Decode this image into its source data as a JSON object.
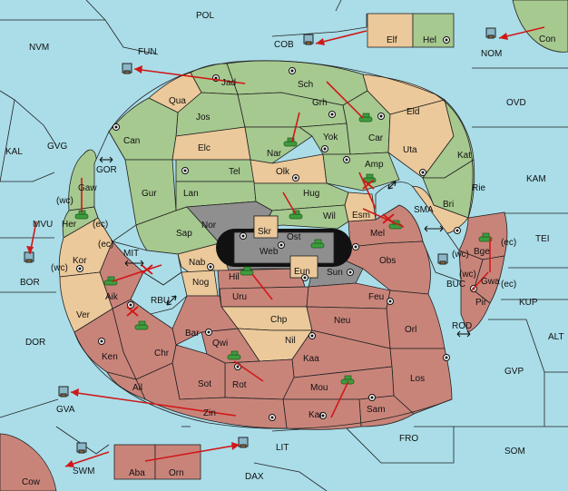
{
  "colors": {
    "sea": "#aadde8",
    "green_power": "#a6c98f",
    "red_power": "#c9847a",
    "tan_power": "#ecc99a",
    "gray_power": "#8f8f8f",
    "order_arrow": "#d01818",
    "unit_green": "#3d9c3d"
  },
  "labels": {
    "pol": "POL",
    "cob": "COB",
    "nvm": "NVM",
    "fun": "FUN",
    "nom": "NOM",
    "con": "Con",
    "elf": "Elf",
    "hel": "Hel",
    "ovd": "OVD",
    "kal": "KAL",
    "gvg": "GVG",
    "kam": "KAM",
    "tei": "TEI",
    "mvu": "MVU",
    "bor": "BOR",
    "gor": "GOR",
    "mit": "MIT",
    "rbu": "RBU",
    "sma": "SMA",
    "buc": "BUC",
    "kup": "KUP",
    "alt": "ALT",
    "rod": "ROD",
    "dor": "DOR",
    "gvp": "GVP",
    "gva": "GVA",
    "fro": "FRO",
    "som": "SOM",
    "lit": "LIT",
    "dax": "DAX",
    "swm": "SWM",
    "cow": "Cow",
    "aba": "Aba",
    "orn": "Orn",
    "jad": "Jad",
    "sch": "Sch",
    "qua": "Qua",
    "jos": "Jos",
    "grh": "Grh",
    "eld": "Eld",
    "can": "Can",
    "car": "Car",
    "yok": "Yok",
    "nar": "Nar",
    "elc": "Elc",
    "uta": "Uta",
    "kat": "Kat",
    "amp": "Amp",
    "olk": "Olk",
    "tel": "Tel",
    "gaw": "Gaw",
    "gur": "Gur",
    "lan": "Lan",
    "hug": "Hug",
    "rie": "Rie",
    "bri": "Bri",
    "her": "Her",
    "wil": "Wil",
    "esm": "Esm",
    "nor": "Nor",
    "skr": "Skr",
    "ost": "Ost",
    "web": "Web",
    "mel": "Mel",
    "sap": "Sap",
    "kor": "Kor",
    "obs": "Obs",
    "bge": "Bge",
    "nab": "Nab",
    "eun": "Eun",
    "sun": "Sun",
    "gwa": "Gwa",
    "hil": "Hil",
    "nog": "Nog",
    "uru": "Uru",
    "feu": "Feu",
    "aik": "Aik",
    "pir": "Pir",
    "ver": "Ver",
    "chp": "Chp",
    "neu": "Neu",
    "orl": "Orl",
    "bar": "Bar",
    "qwi": "Qwi",
    "nil": "Nil",
    "chr": "Chr",
    "ken": "Ken",
    "kaa": "Kaa",
    "los": "Los",
    "ail": "Ail",
    "sot": "Sot",
    "rot": "Rot",
    "mou": "Mou",
    "sam": "Sam",
    "zin": "Zin",
    "kar": "Kar",
    "wc": "(wc)",
    "ec": "(ec)"
  }
}
